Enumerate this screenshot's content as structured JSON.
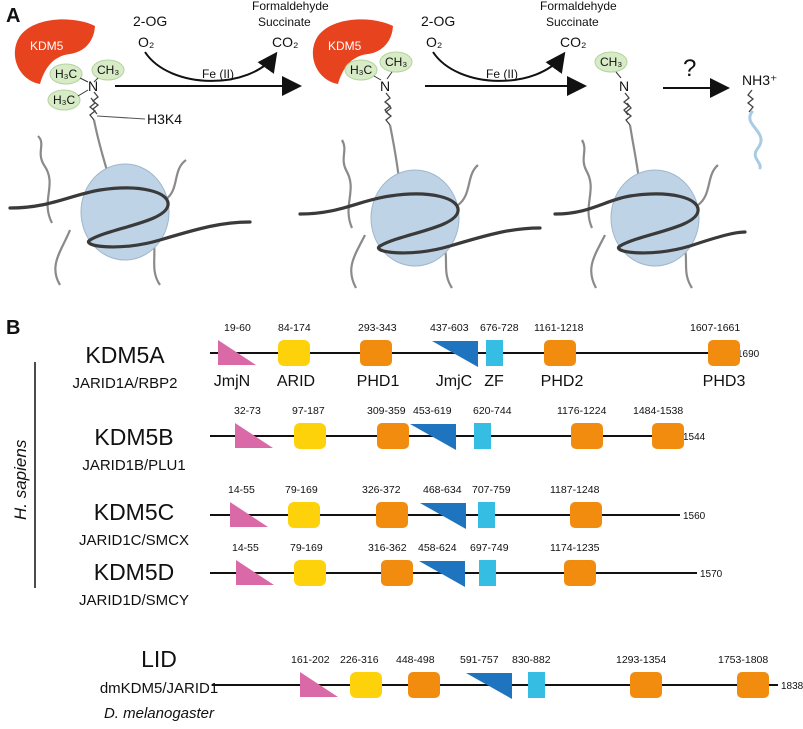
{
  "panel_a": {
    "label": "A",
    "enzyme": "KDM5",
    "methyl_label": "CH₃",
    "methyl_h3c": "H₃C",
    "nitrogen": "N",
    "h3k4_label": "H3K4",
    "step1": {
      "top": "2-OG",
      "bottom": "O₂",
      "catalyst": "Fe (II)",
      "prod_top": "Formaldehyde",
      "prod_mid": "Succinate",
      "prod_bot": "CO₂"
    },
    "step2": {
      "top": "2-OG",
      "bottom": "O₂",
      "catalyst": "Fe (II)",
      "prod_top": "Formaldehyde",
      "prod_mid": "Succinate",
      "prod_bot": "CO₂"
    },
    "step3": {
      "question": "?"
    },
    "product": "NH3⁺"
  },
  "panel_b": {
    "label": "B",
    "species_human": "H. sapiens",
    "colors": {
      "jmjn": "#d96aa7",
      "arid": "#fdd20a",
      "phd": "#f28c0f",
      "jmjc": "#1f74c0",
      "zf": "#35bde3"
    },
    "proteins": [
      {
        "name": "KDM5A",
        "alias": "JARID1A/RBP2",
        "length": "1690",
        "ranges": {
          "jmjn": "19-60",
          "arid": "84-174",
          "phd1": "293-343",
          "jmjc": "437-603",
          "zf": "676-728",
          "phd2": "1161-1218",
          "phd3": "1607-1661"
        },
        "domain_labels": {
          "jmjn": "JmjN",
          "arid": "ARID",
          "phd1": "PHD1",
          "jmjc": "JmjC",
          "zf": "ZF",
          "phd2": "PHD2",
          "phd3": "PHD3"
        }
      },
      {
        "name": "KDM5B",
        "alias": "JARID1B/PLU1",
        "length": "1544",
        "ranges": {
          "jmjn": "32-73",
          "arid": "97-187",
          "phd1": "309-359",
          "jmjc": "453-619",
          "zf": "620-744",
          "phd2": "1176-1224",
          "phd3": "1484-1538"
        }
      },
      {
        "name": "KDM5C",
        "alias": "JARID1C/SMCX",
        "length": "1560",
        "ranges": {
          "jmjn": "14-55",
          "arid": "79-169",
          "phd1": "326-372",
          "jmjc": "468-634",
          "zf": "707-759",
          "phd2": "1187-1248"
        }
      },
      {
        "name": "KDM5D",
        "alias": "JARID1D/SMCY",
        "length": "1570",
        "ranges": {
          "jmjn": "14-55",
          "arid": "79-169",
          "phd1": "316-362",
          "jmjc": "458-624",
          "zf": "697-749",
          "phd2": "1174-1235"
        }
      },
      {
        "name": "LID",
        "alias": "dmKDM5/JARID1",
        "species": "D. melanogaster",
        "length": "1838",
        "ranges": {
          "jmjn": "161-202",
          "arid": "226-316",
          "phd1": "448-498",
          "jmjc": "591-757",
          "zf": "830-882",
          "phd2": "1293-1354",
          "phd3": "1753-1808"
        }
      }
    ]
  }
}
